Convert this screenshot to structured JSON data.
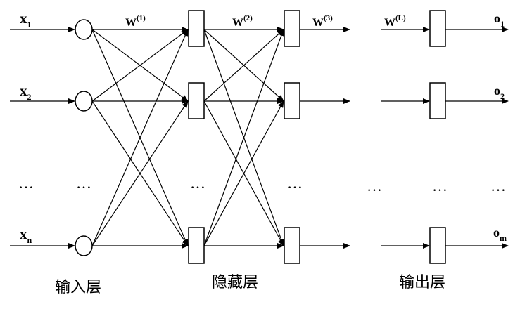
{
  "inputs": [
    {
      "base": "x",
      "sub": "1"
    },
    {
      "base": "x",
      "sub": "2"
    },
    {
      "base": "x",
      "sub": "n"
    }
  ],
  "outputs": [
    {
      "base": "o",
      "sub": "1"
    },
    {
      "base": "o",
      "sub": "2"
    },
    {
      "base": "o",
      "sub": "m"
    }
  ],
  "weights": [
    {
      "base": "W",
      "sup": "(1)"
    },
    {
      "base": "W",
      "sup": "(2)"
    },
    {
      "base": "W",
      "sup": "(3)"
    },
    {
      "base": "W",
      "sup": "(L)"
    }
  ],
  "ellipsis": "…",
  "layer_labels": {
    "input": "输入层",
    "hidden": "隐藏层",
    "output": "输出层"
  }
}
